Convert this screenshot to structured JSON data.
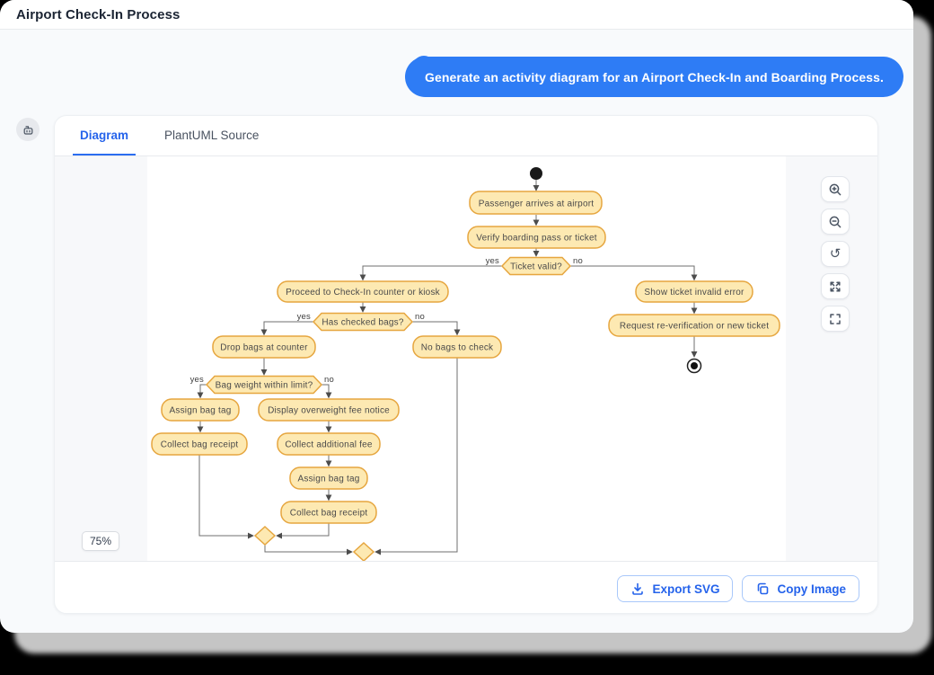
{
  "window": {
    "title": "Airport Check-In Process"
  },
  "chat": {
    "user_message": "Generate an activity diagram for an Airport Check-In and Boarding Process.",
    "user_avatar_icon": "person-icon",
    "bot_avatar_icon": "robot-icon"
  },
  "panel": {
    "tabs": [
      {
        "label": "Diagram",
        "active": true
      },
      {
        "label": "PlantUML Source",
        "active": false
      }
    ],
    "zoom_level": "75%",
    "controls": [
      {
        "name": "zoom-in"
      },
      {
        "name": "zoom-out"
      },
      {
        "name": "reset-view"
      },
      {
        "name": "expand"
      },
      {
        "name": "fit-view"
      }
    ],
    "footer": {
      "export_svg": "Export SVG",
      "copy_image": "Copy Image"
    }
  },
  "diagram": {
    "type": "activity-diagram",
    "colors": {
      "node_fill": "#fde9b2",
      "node_border": "#e6a63f",
      "edge": "#6f6f6f",
      "node_text": "#4a4a4a",
      "accent_blue": "#2563eb"
    },
    "edge_labels": {
      "yes": "yes",
      "no": "no"
    },
    "nodes": {
      "start": {
        "type": "start"
      },
      "arrive": {
        "label": "Passenger arrives at airport"
      },
      "verify": {
        "label": "Verify boarding pass or ticket"
      },
      "ticket_valid": {
        "label": "Ticket valid?",
        "type": "decision"
      },
      "proceed": {
        "label": "Proceed to Check-In counter or kiosk"
      },
      "has_bags": {
        "label": "Has checked bags?",
        "type": "decision"
      },
      "drop_bags": {
        "label": "Drop bags at counter"
      },
      "no_bags": {
        "label": "No bags to check"
      },
      "bag_weight": {
        "label": "Bag weight within limit?",
        "type": "decision"
      },
      "assign_tag_1": {
        "label": "Assign bag tag"
      },
      "overweight_notice": {
        "label": "Display overweight fee notice"
      },
      "collect_receipt_1": {
        "label": "Collect bag receipt"
      },
      "collect_fee": {
        "label": "Collect additional fee"
      },
      "assign_tag_2": {
        "label": "Assign bag tag"
      },
      "collect_receipt_2": {
        "label": "Collect bag receipt"
      },
      "invalid_error": {
        "label": "Show ticket invalid error"
      },
      "request_reverify": {
        "label": "Request re-verification or new ticket"
      },
      "end": {
        "type": "end"
      }
    },
    "edges": [
      {
        "from": "start",
        "to": "arrive"
      },
      {
        "from": "arrive",
        "to": "verify"
      },
      {
        "from": "verify",
        "to": "ticket_valid"
      },
      {
        "from": "ticket_valid",
        "to": "proceed",
        "label": "yes"
      },
      {
        "from": "ticket_valid",
        "to": "invalid_error",
        "label": "no"
      },
      {
        "from": "proceed",
        "to": "has_bags"
      },
      {
        "from": "has_bags",
        "to": "drop_bags",
        "label": "yes"
      },
      {
        "from": "has_bags",
        "to": "no_bags",
        "label": "no"
      },
      {
        "from": "drop_bags",
        "to": "bag_weight"
      },
      {
        "from": "bag_weight",
        "to": "assign_tag_1",
        "label": "yes"
      },
      {
        "from": "bag_weight",
        "to": "overweight_notice",
        "label": "no"
      },
      {
        "from": "assign_tag_1",
        "to": "collect_receipt_1"
      },
      {
        "from": "overweight_notice",
        "to": "collect_fee"
      },
      {
        "from": "collect_fee",
        "to": "assign_tag_2"
      },
      {
        "from": "assign_tag_2",
        "to": "collect_receipt_2"
      },
      {
        "from": "collect_receipt_1",
        "to": "merge_1"
      },
      {
        "from": "collect_receipt_2",
        "to": "merge_1"
      },
      {
        "from": "merge_1",
        "to": "merge_2"
      },
      {
        "from": "no_bags",
        "to": "merge_2"
      },
      {
        "from": "invalid_error",
        "to": "request_reverify"
      },
      {
        "from": "request_reverify",
        "to": "end"
      }
    ]
  }
}
